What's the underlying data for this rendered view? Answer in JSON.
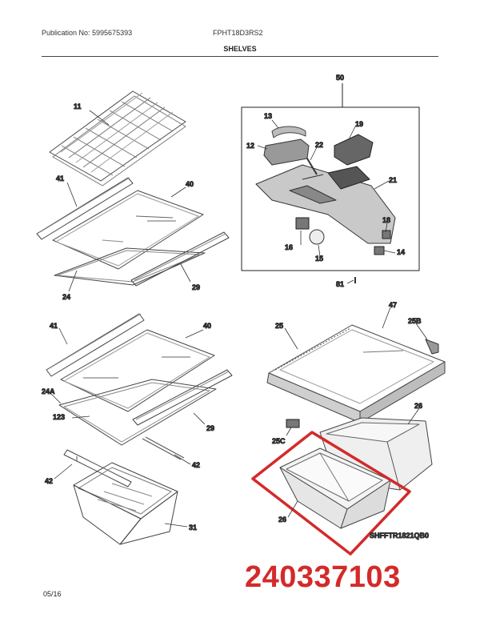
{
  "header": {
    "publication": "Publication No: 5995675393",
    "model": "FPHT18D3RS2",
    "title": "SHELVES"
  },
  "footer": {
    "date": "05/16"
  },
  "highlight": {
    "part_number": "240337103",
    "color": "#d42a2a"
  },
  "diagram": {
    "code": "SHFFTR1821QB0",
    "callouts": {
      "c11": "11",
      "c41a": "41",
      "c40a": "40",
      "c24": "24",
      "c29a": "29",
      "c41b": "41",
      "c40b": "40",
      "c24a": "24A",
      "c123": "123",
      "c29b": "29",
      "c42a": "42",
      "c42b": "42",
      "c31": "31",
      "c50": "50",
      "c13": "13",
      "c19": "19",
      "c12": "12",
      "c22": "22",
      "c21": "21",
      "c18": "18",
      "c16": "16",
      "c15": "15",
      "c14": "14",
      "c81": "81",
      "c47": "47",
      "c25": "25",
      "c25b": "25B",
      "c26a": "26",
      "c25c": "25C",
      "c26b": "26"
    }
  }
}
